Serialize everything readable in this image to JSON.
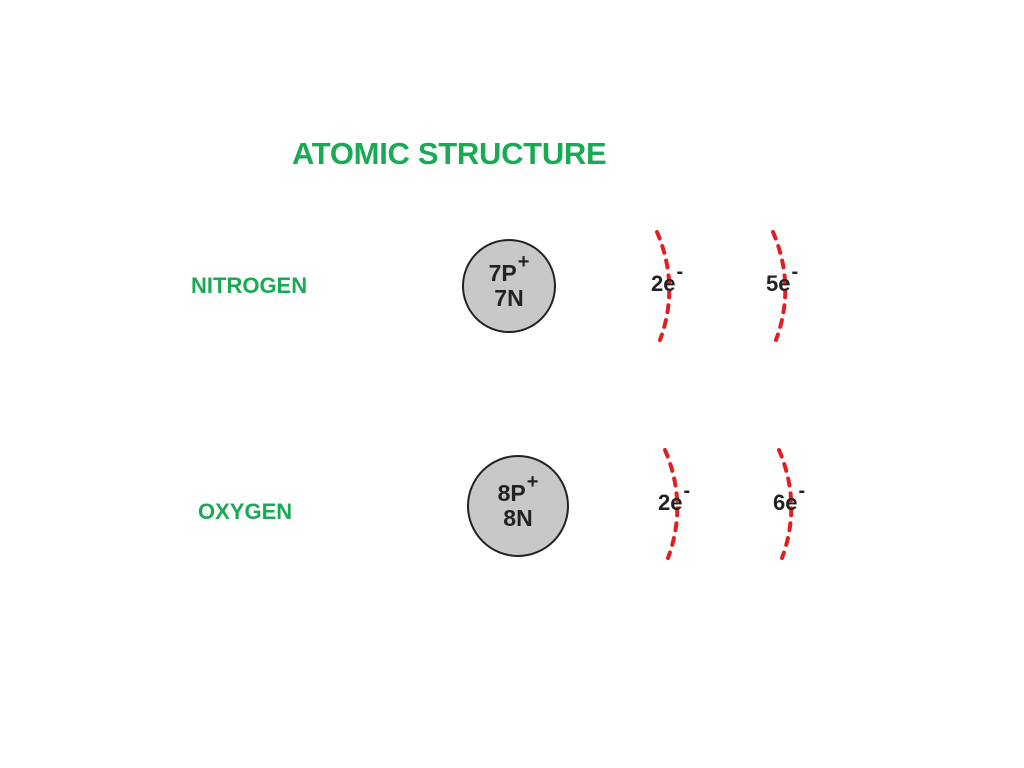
{
  "title": "ATOMIC STRUCTURE",
  "colors": {
    "label": "#1aaa55",
    "nucleus_fill": "#c8c8c8",
    "shell": "#e02020",
    "text": "#222222"
  },
  "atoms": [
    {
      "name": "NITROGEN",
      "protons": "7P",
      "proton_charge": "+",
      "neutrons": "7N",
      "shells": [
        {
          "count": "2e",
          "charge": "-"
        },
        {
          "count": "5e",
          "charge": "-"
        }
      ]
    },
    {
      "name": "OXYGEN",
      "protons": "8P",
      "proton_charge": "+",
      "neutrons": "8N",
      "shells": [
        {
          "count": "2e",
          "charge": "-"
        },
        {
          "count": "6e",
          "charge": "-"
        }
      ]
    }
  ]
}
